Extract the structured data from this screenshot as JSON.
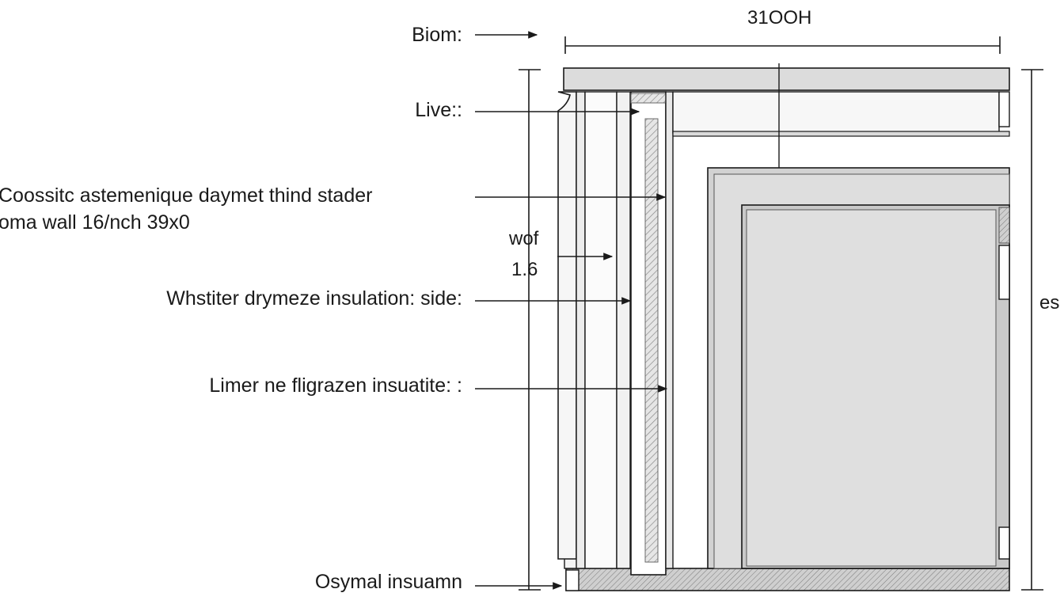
{
  "diagram": {
    "dimension_top": "31OOH",
    "dimension_right": "es",
    "inner_dimension": {
      "label": "wof",
      "value": "1.6"
    },
    "labels": [
      {
        "id": "biom",
        "text": "Biom:"
      },
      {
        "id": "live",
        "text": "Live::"
      },
      {
        "id": "composite",
        "line1": "Coossitc astemenique daymet thind stader",
        "line2": "oma wall 16/nch 39x0"
      },
      {
        "id": "whstiter",
        "text": "Whstiter drymeze insulation: side:"
      },
      {
        "id": "limer",
        "text": "Limer ne fligrazen insuatite: :"
      },
      {
        "id": "osymal",
        "text": "Osymal insuamn"
      }
    ],
    "colors": {
      "line": "#1a1a1a",
      "panel_light": "#f4f4f4",
      "panel_mid": "#dcdcdc",
      "panel_dark": "#c8c8c8",
      "inner_fill": "#dedede"
    }
  }
}
